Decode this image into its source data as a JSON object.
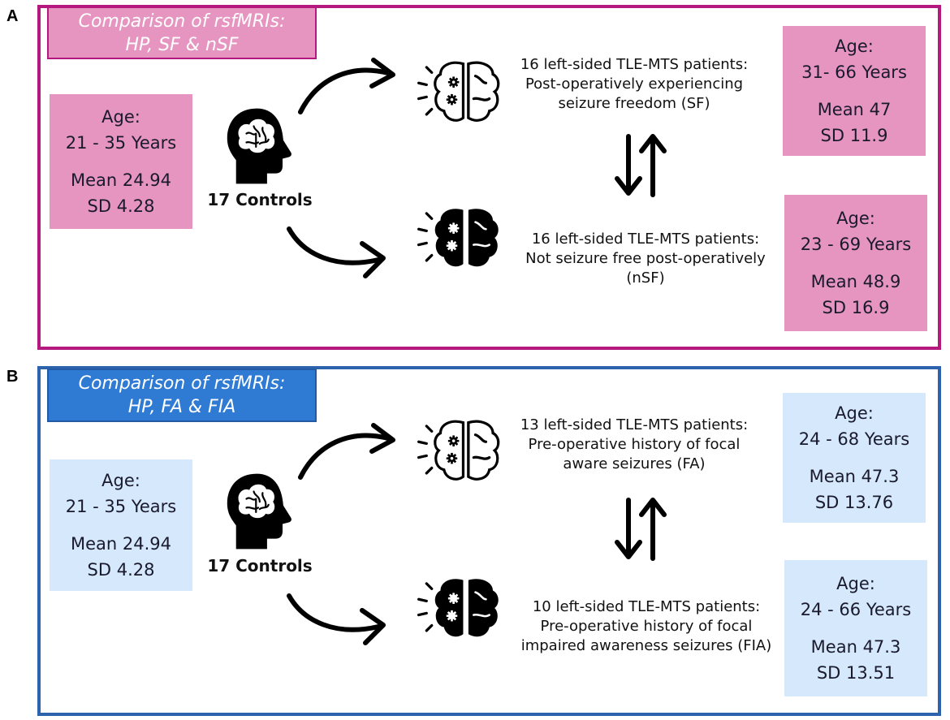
{
  "panels": [
    {
      "letter": "A",
      "title_line1": "Comparison of rsfMRIs:",
      "title_line2": "HP, SF & nSF",
      "control": {
        "age_label": "Age:",
        "age_range": "21 - 35 Years",
        "mean": "Mean 24.94",
        "sd": "SD 4.28",
        "label": "17 Controls"
      },
      "group1": {
        "line1": "16 left-sided TLE-MTS patients:",
        "line2": "Post-operatively experiencing",
        "line3": "seizure freedom (SF)",
        "age_label": "Age:",
        "age_range": "31- 66 Years",
        "mean": "Mean 47",
        "sd": "SD 11.9"
      },
      "group2": {
        "line1": "16 left-sided TLE-MTS patients:",
        "line2": "Not seizure free post-operatively",
        "line3": "(nSF)",
        "age_label": "Age:",
        "age_range": "23 - 69 Years",
        "mean": "Mean 48.9",
        "sd": "SD 16.9"
      }
    },
    {
      "letter": "B",
      "title_line1": "Comparison of rsfMRIs:",
      "title_line2": "HP, FA & FIA",
      "control": {
        "age_label": "Age:",
        "age_range": "21 - 35 Years",
        "mean": "Mean 24.94",
        "sd": "SD 4.28",
        "label": "17 Controls"
      },
      "group1": {
        "line1": "13 left-sided TLE-MTS patients:",
        "line2": "Pre-operative history of focal",
        "line3": "aware seizures (FA)",
        "age_label": "Age:",
        "age_range": "24 - 68 Years",
        "mean": "Mean 47.3",
        "sd": "SD 13.76"
      },
      "group2": {
        "line1": "10 left-sided TLE-MTS patients:",
        "line2": "Pre-operative history of focal",
        "line3": "impaired awareness seizures (FIA)",
        "age_label": "Age:",
        "age_range": "24 - 66 Years",
        "mean": "Mean 47.3",
        "sd": "SD 13.51"
      }
    }
  ],
  "colors": {
    "panel_a_border": "#b5197e",
    "panel_a_fill": "#e595bf",
    "panel_b_border": "#2d63ad",
    "panel_b_title": "#2f7ad3",
    "panel_b_fill": "#d6e8fb"
  },
  "icons": {
    "controls": "head-with-brain-icon",
    "group1": "brain-outline-gears-icon",
    "group2": "brain-filled-gears-icon",
    "flow": "curved-arrow-icon",
    "comparison": "bidirectional-arrows-icon"
  }
}
